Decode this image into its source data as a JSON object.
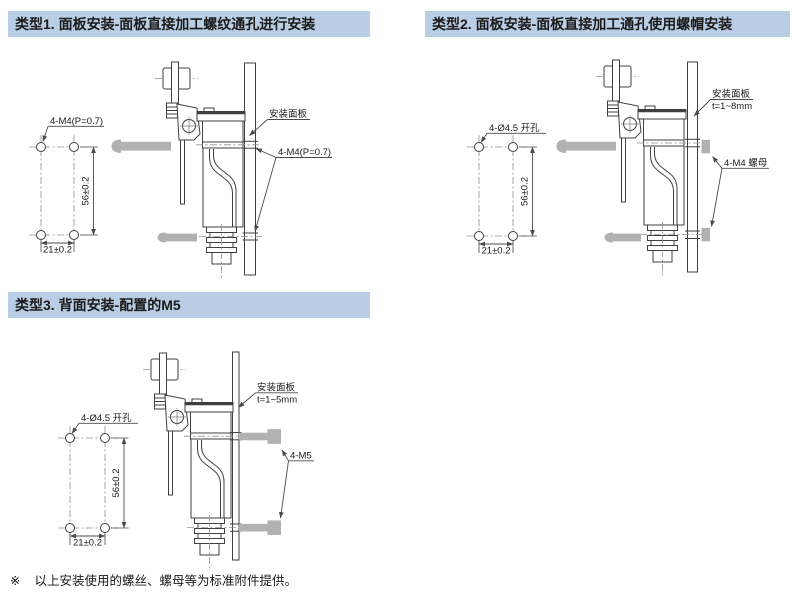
{
  "panels": [
    {
      "title": "类型1. 面板安装-面板直接加工螺纹通孔进行安装",
      "drill_label": "4-M4(P=0.7)",
      "dim_v": "56±0.2",
      "dim_h": "21±0.2",
      "callout_panel": "安装面板",
      "callout_fastener": "4-M4(P=0.7)"
    },
    {
      "title": "类型2. 面板安装-面板直接加工通孔使用螺帽安装",
      "drill_label": "4-Ø4.5 开孔",
      "dim_v": "56±0.2",
      "dim_h": "21±0.2",
      "callout_panel": "安装面板",
      "callout_thickness": "t=1~8mm",
      "callout_fastener": "4-M4 螺母"
    },
    {
      "title": "类型3. 背面安装-配置的M5",
      "drill_label": "4-Ø4.5 开孔",
      "dim_v": "56±0.2",
      "dim_h": "21±0.2",
      "callout_panel": "安装面板",
      "callout_thickness": "t=1~5mm",
      "callout_fastener": "4-M5"
    }
  ],
  "note": {
    "marker": "※",
    "text": "以上安装使用的螺丝、螺母等为标准附件提供。"
  },
  "colors": {
    "header_bg": "#b9cde4",
    "line": "#3f3f3f",
    "metal": "#b1b1b1",
    "ink": "#1a1a1a"
  }
}
